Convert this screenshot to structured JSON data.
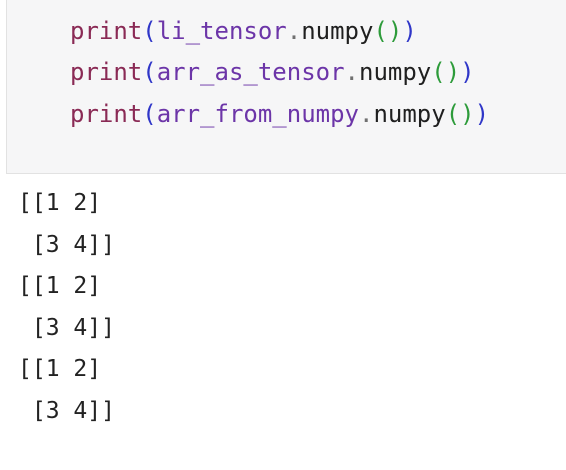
{
  "code_cell": {
    "lines": [
      {
        "fn": "print",
        "open": "(",
        "object": "li_tensor",
        "dot": ".",
        "method": "numpy",
        "call": "()",
        "close": ")"
      },
      {
        "fn": "print",
        "open": "(",
        "object": "arr_as_tensor",
        "dot": ".",
        "method": "numpy",
        "call": "()",
        "close": ")"
      },
      {
        "fn": "print",
        "open": "(",
        "object": "arr_from_numpy",
        "dot": ".",
        "method": "numpy",
        "call": "()",
        "close": ")"
      }
    ]
  },
  "output": {
    "lines": [
      "[[1 2]",
      " [3 4]]",
      "[[1 2]",
      " [3 4]]",
      "[[1 2]",
      " [3 4]]"
    ]
  }
}
